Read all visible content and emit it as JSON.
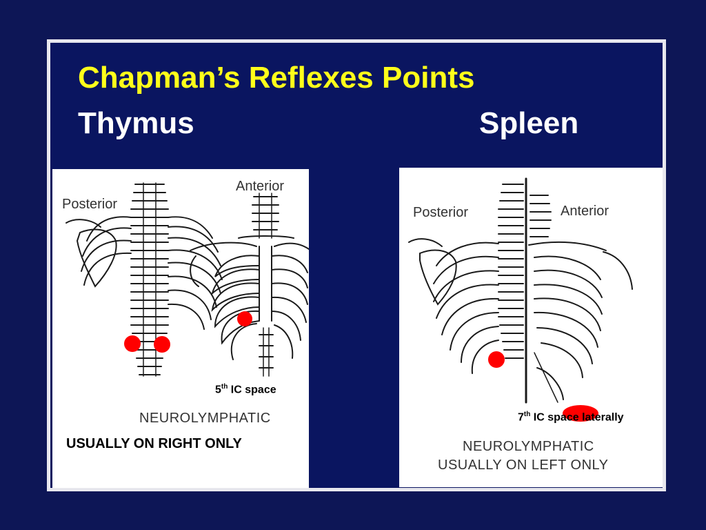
{
  "slide": {
    "title": "Chapman’s Reflexes Points",
    "left_heading": "Thymus",
    "right_heading": "Spleen"
  },
  "thymus_panel": {
    "posterior_label": "Posterior",
    "anterior_label": "Anterior",
    "ic_number": "5",
    "ic_suffix": "th",
    "ic_text": " IC space",
    "neuro_label": "NEUROLYMPHATIC",
    "note": "USUALLY ON RIGHT ONLY"
  },
  "spleen_panel": {
    "posterior_label": "Posterior",
    "anterior_label": "Anterior",
    "ic_number": "7",
    "ic_suffix": "th",
    "ic_text": " IC space laterally",
    "neuro_label": "NEUROLYMPHATIC",
    "note": "USUALLY ON LEFT ONLY"
  },
  "colors": {
    "background": "#0d1656",
    "title": "#ffff1a",
    "heading": "#ffffff",
    "marker": "#ff0000"
  }
}
